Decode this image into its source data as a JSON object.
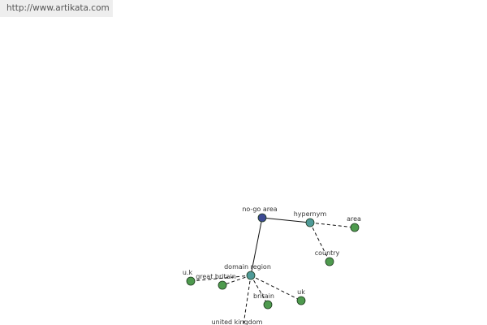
{
  "site": {
    "url_label": "http://www.artikata.com"
  },
  "colors": {
    "center_node": "#3d4a94",
    "hub_node": "#4f9a98",
    "leaf_node": "#4e9a4e",
    "node_stroke": "#1f3a1f",
    "edge": "#111111",
    "label": "#333333"
  },
  "graph": {
    "nodes": [
      {
        "id": "no-go-area",
        "label": "no-go area",
        "kind": "center"
      },
      {
        "id": "hypernym",
        "label": "hypernym",
        "kind": "hub"
      },
      {
        "id": "domain-region",
        "label": "domain region",
        "kind": "hub"
      },
      {
        "id": "area",
        "label": "area",
        "kind": "leaf"
      },
      {
        "id": "country",
        "label": "country",
        "kind": "leaf"
      },
      {
        "id": "u-k",
        "label": "u.k",
        "kind": "leaf"
      },
      {
        "id": "great-britain",
        "label": "great britain",
        "kind": "leaf"
      },
      {
        "id": "britain",
        "label": "britain",
        "kind": "leaf"
      },
      {
        "id": "uk",
        "label": "uk",
        "kind": "leaf"
      },
      {
        "id": "united-kingdom",
        "label": "united kingdom",
        "kind": "leaf"
      }
    ],
    "edges": [
      {
        "from": "no-go-area",
        "to": "hypernym",
        "style": "solid"
      },
      {
        "from": "no-go-area",
        "to": "domain-region",
        "style": "solid"
      },
      {
        "from": "hypernym",
        "to": "area",
        "style": "dashed"
      },
      {
        "from": "hypernym",
        "to": "country",
        "style": "dashed"
      },
      {
        "from": "domain-region",
        "to": "u-k",
        "style": "dashed"
      },
      {
        "from": "domain-region",
        "to": "great-britain",
        "style": "dashed"
      },
      {
        "from": "domain-region",
        "to": "britain",
        "style": "dashed"
      },
      {
        "from": "domain-region",
        "to": "uk",
        "style": "dashed"
      },
      {
        "from": "domain-region",
        "to": "united-kingdom",
        "style": "dashed"
      }
    ]
  }
}
